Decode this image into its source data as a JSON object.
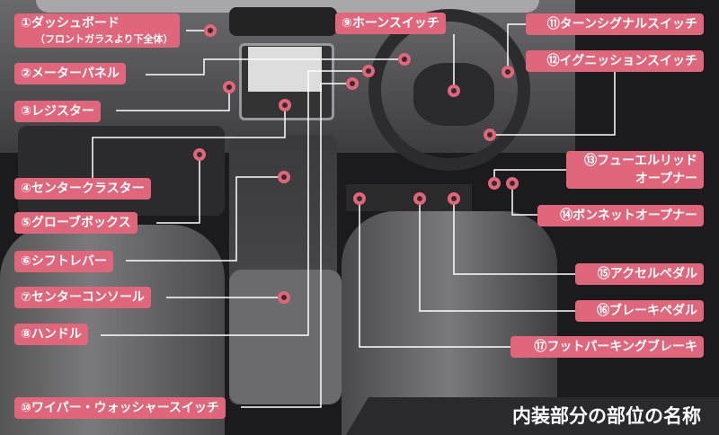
{
  "title": "内装部分の部位の名称",
  "colors": {
    "label_bg": "#e0667c",
    "marker": "#e0667c",
    "leader_line": "#ffffff"
  },
  "parts": [
    {
      "num": "①",
      "name": "ダッシュボード",
      "note": "（フロントガラスより下全体）"
    },
    {
      "num": "②",
      "name": "メーターパネル"
    },
    {
      "num": "③",
      "name": "レジスター"
    },
    {
      "num": "④",
      "name": "センタークラスター"
    },
    {
      "num": "⑤",
      "name": "グローブボックス"
    },
    {
      "num": "⑥",
      "name": "シフトレバー"
    },
    {
      "num": "⑦",
      "name": "センターコンソール"
    },
    {
      "num": "⑧",
      "name": "ハンドル"
    },
    {
      "num": "⑨",
      "name": "ホーンスイッチ"
    },
    {
      "num": "⑩",
      "name": "ワイパー・ウォッシャースイッチ"
    },
    {
      "num": "⑪",
      "name": "ターンシグナルスイッチ"
    },
    {
      "num": "⑫",
      "name": "イグニッションスイッチ"
    },
    {
      "num": "⑬",
      "name": "フューエルリッド",
      "name2": "オープナー"
    },
    {
      "num": "⑭",
      "name": "ボンネットオープナー"
    },
    {
      "num": "⑮",
      "name": "アクセルペダル"
    },
    {
      "num": "⑯",
      "name": "ブレーキペダル"
    },
    {
      "num": "⑰",
      "name": "フットパーキングブレーキ"
    }
  ]
}
